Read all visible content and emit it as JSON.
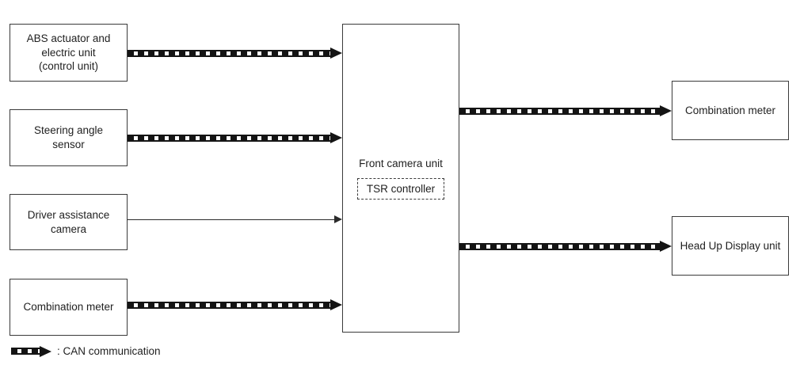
{
  "diagram": {
    "nodes": {
      "abs": {
        "label": "ABS actuator and\nelectric unit\n(control unit)"
      },
      "steering": {
        "label": "Steering angle\nsensor"
      },
      "driver_cam": {
        "label": "Driver assistance\ncamera"
      },
      "combo_left": {
        "label": "Combination meter"
      },
      "fcu": {
        "label": "Front camera unit",
        "sub_label": "TSR controller"
      },
      "combo_right": {
        "label": "Combination meter"
      },
      "hud": {
        "label": "Head Up Display unit"
      }
    },
    "edges": [
      {
        "from": "ABS actuator and electric unit (control unit)",
        "to": "Front camera unit",
        "type": "CAN communication"
      },
      {
        "from": "Steering angle sensor",
        "to": "Front camera unit",
        "type": "CAN communication"
      },
      {
        "from": "Driver assistance camera",
        "to": "Front camera unit",
        "type": "direct"
      },
      {
        "from": "Combination meter",
        "to": "Front camera unit",
        "type": "CAN communication"
      },
      {
        "from": "Front camera unit",
        "to": "Combination meter",
        "type": "CAN communication"
      },
      {
        "from": "Front camera unit",
        "to": "Head Up Display unit",
        "type": "CAN communication"
      }
    ],
    "legend": {
      "label": ": CAN communication"
    },
    "colors": {
      "background": "#ffffff",
      "box_border": "#3a3a3a",
      "arrow": "#141414",
      "text": "#1f1f1f"
    }
  }
}
